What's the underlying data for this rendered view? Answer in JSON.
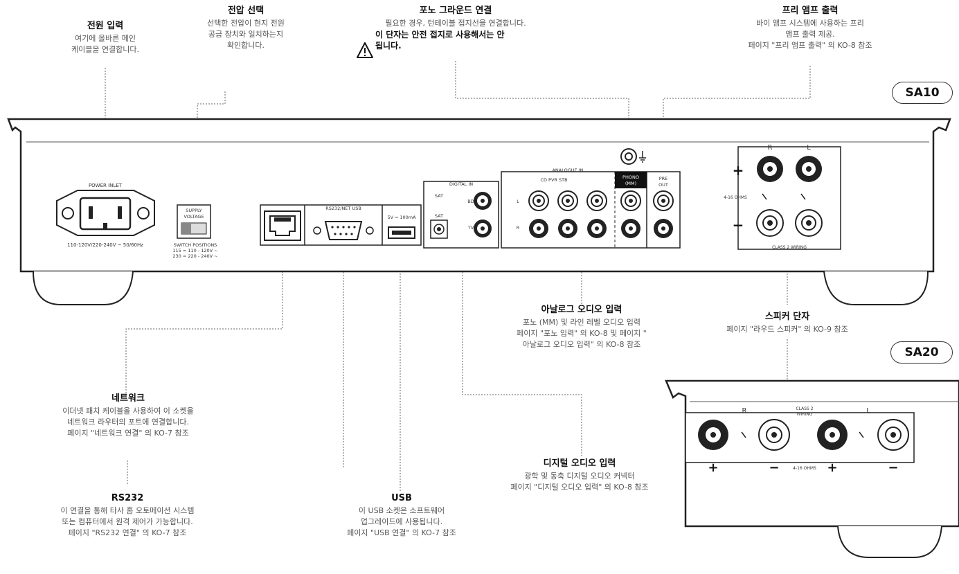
{
  "models": {
    "top": "SA10",
    "bottom": "SA20"
  },
  "callouts": {
    "power": {
      "title": "전원 입력",
      "lines": [
        "여기에 올바른 메인",
        "케이블을 연결합니다."
      ]
    },
    "voltage": {
      "title": "전압 선택",
      "lines": [
        "선택한 전압이 현지 전원",
        "공급 장치와 일치하는지",
        "확인합니다."
      ]
    },
    "ground": {
      "title": "포노 그라운드 연결",
      "lines": [
        "필요한 경우, 턴테이블 접지선을 연결합니다."
      ],
      "warning": [
        "이 단자는 안전 접지로 사용해서는 안",
        "됩니다."
      ]
    },
    "preamp": {
      "title": "프리 앰프 출력",
      "lines": [
        "바이 앰프 시스템에 사용하는 프리",
        "앰프 출력 제공.",
        "페이지 \"프리 앰프 출력\" 의 KO-8 참조"
      ]
    },
    "analogue": {
      "title": "아날로그 오디오 입력",
      "lines": [
        "포노 (MM) 및 라인 레벨 오디오 입력",
        "페이지 \"포노 입력\" 의 KO-8 및 페이지 \"",
        "아날로그 오디오 입력\" 의 KO-8 참조"
      ]
    },
    "speaker": {
      "title": "스피커 단자",
      "lines": [
        "페이지 \"라우드 스피커\" 의 KO-9 참조"
      ]
    },
    "network": {
      "title": "네트워크",
      "lines": [
        "이더넷 패치 케이블을 사용하여 이 소켓을",
        "네트워크 라우터의 포트에 연결합니다.",
        "페이지 \"네트워크 연결\" 의 KO-7 참조"
      ]
    },
    "digital": {
      "title": "디지털 오디오 입력",
      "lines": [
        "광학 및 동축 디지털 오디오 커넥터",
        "페이지 \"디지털 오디오 입력\" 의 KO-8 참조"
      ]
    },
    "rs232": {
      "title": "RS232",
      "lines": [
        "이 연결을 통해 타사 홈 오토메이션 시스템",
        "또는 컴퓨터에서 원격 제어가 가능합니다.",
        "페이지 \"RS232 연결\" 의 KO-7 참조"
      ]
    },
    "usb": {
      "title": "USB",
      "lines": [
        "이 USB 소켓은 소프트웨어",
        "업그레이드에 사용됩니다.",
        "페이지 \"USB 연결\" 의 KO-7 참조"
      ]
    }
  },
  "panel": {
    "power_inlet": "POWER INLET",
    "power_rating": "110-120V/220-240V ~ 50/60Hz",
    "supply_voltage": [
      "SUPPLY",
      "VOLTAGE"
    ],
    "switch_positions": [
      "SWITCH POSITIONS",
      "115 = 110 - 120V ~",
      "230 = 220 - 240V ~"
    ],
    "rs232_usb": "RS232/NET USB",
    "usb_rating": "5V ⎓ 100mA",
    "digital_in": "DIGITAL IN",
    "sat": "SAT",
    "bd": "BD",
    "tv": "TV",
    "analogue_in": "ANALOGUE IN",
    "cd_pvr_stb": "CD PVR STB",
    "ch_l": "L",
    "ch_r": "R",
    "phono": [
      "PHONO",
      "(MM)"
    ],
    "pre_out": [
      "PRE",
      "OUT"
    ],
    "spk_r": "R",
    "spk_l": "L",
    "ohms": "4-16 OHMS",
    "class2": "CLASS 2 WIRING",
    "class2_stack": [
      "CLASS 2",
      "WIRING"
    ],
    "plus": "+",
    "minus": "−"
  }
}
